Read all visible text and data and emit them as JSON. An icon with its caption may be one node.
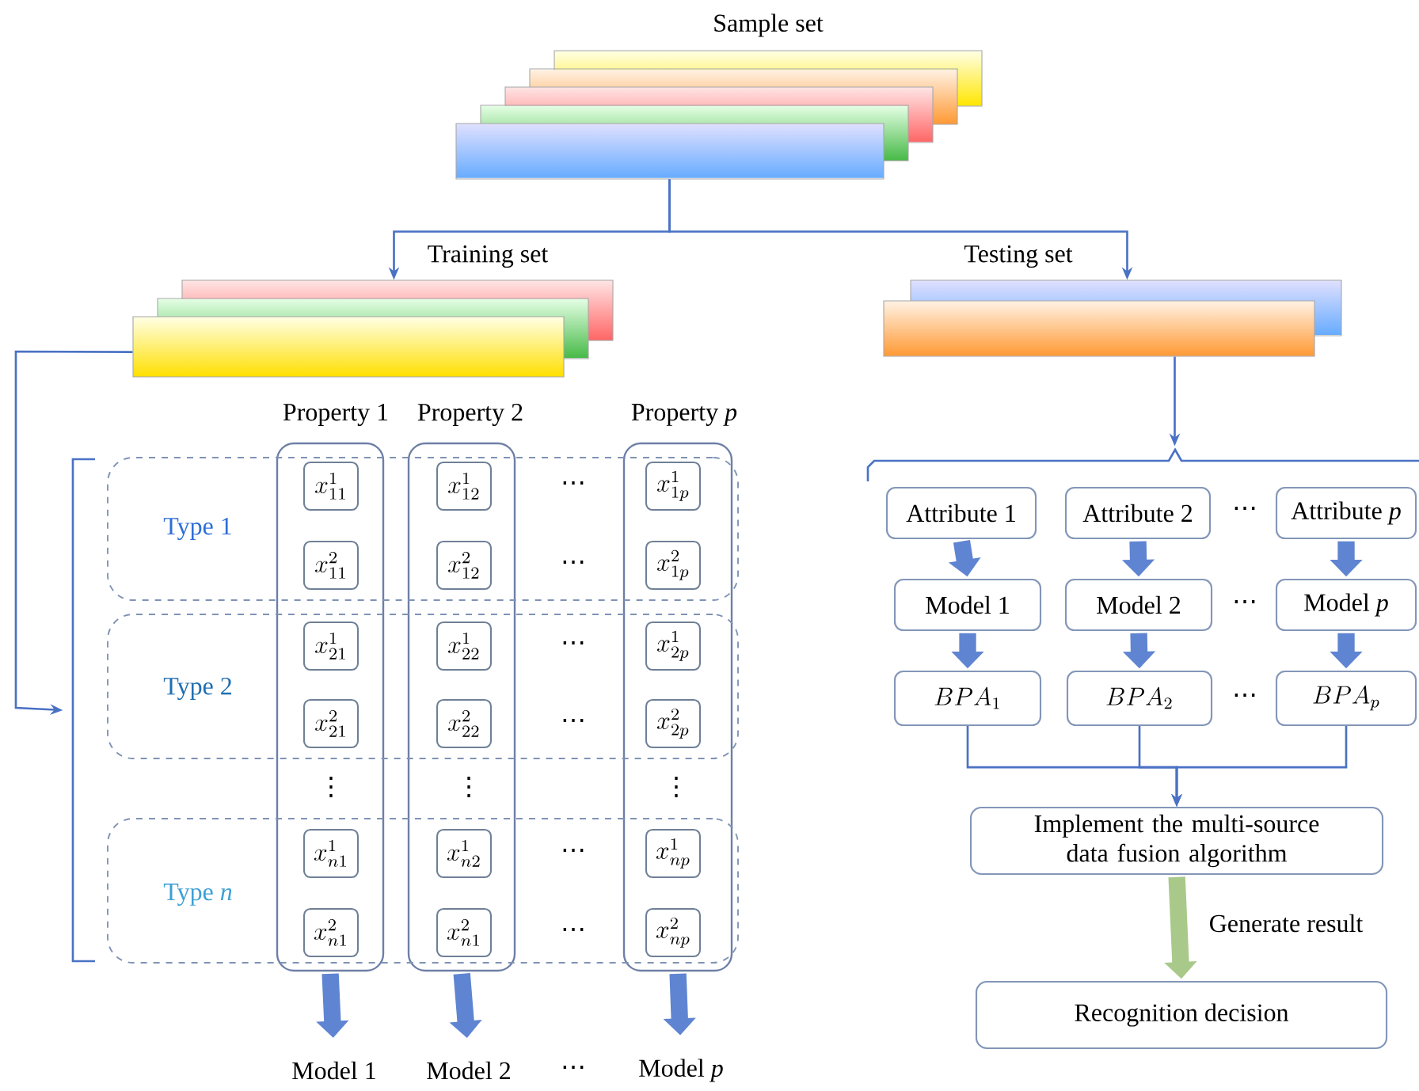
{
  "diagram": {
    "nodes": [
      {
        "text": [
          "Sample set"
        ]
      },
      {
        "text": [
          "Training set"
        ]
      },
      {
        "text": [
          "Testing set"
        ]
      },
      {
        "text": [
          "Property 1"
        ]
      },
      {
        "text": [
          "Property 2"
        ]
      },
      {
        "text": [
          "Property *p*"
        ]
      },
      {
        "text": [
          "Type 1"
        ]
      },
      {
        "text": [
          "Type 2"
        ]
      },
      {
        "text": [
          "Type *n*"
        ]
      },
      {
        "text": [
          "x_{11}^{1}"
        ]
      },
      {
        "text": [
          "x_{12}^{1}"
        ]
      },
      {
        "text": [
          "x_{1p}^{1}"
        ]
      },
      {
        "text": [
          "x_{11}^{2}"
        ]
      },
      {
        "text": [
          "x_{12}^{2}"
        ]
      },
      {
        "text": [
          "x_{1p}^{2}"
        ]
      },
      {
        "text": [
          "x_{21}^{1}"
        ]
      },
      {
        "text": [
          "x_{22}^{1}"
        ]
      },
      {
        "text": [
          "x_{2p}^{1}"
        ]
      },
      {
        "text": [
          "x_{21}^{2}"
        ]
      },
      {
        "text": [
          "x_{22}^{2}"
        ]
      },
      {
        "text": [
          "x_{2p}^{2}"
        ]
      },
      {
        "text": [
          "x_{n1}^{1}"
        ]
      },
      {
        "text": [
          "x_{n2}^{1}"
        ]
      },
      {
        "text": [
          "x_{np}^{1}"
        ]
      },
      {
        "text": [
          "x_{n1}^{2}"
        ]
      },
      {
        "text": [
          "x_{n1}^{2}"
        ]
      },
      {
        "text": [
          "x_{np}^{2}"
        ]
      },
      {
        "text": [
          "Model 1"
        ]
      },
      {
        "text": [
          "Model 2"
        ]
      },
      {
        "text": [
          "Model *p*"
        ]
      },
      {
        "text": [
          "Attribute 1"
        ]
      },
      {
        "text": [
          "Attribute 2"
        ]
      },
      {
        "text": [
          "Attribute *p*"
        ]
      },
      {
        "text": [
          "Model 1"
        ]
      },
      {
        "text": [
          "Model 2"
        ]
      },
      {
        "text": [
          "Model *p*"
        ]
      },
      {
        "text": [
          "BPA_{1}"
        ]
      },
      {
        "text": [
          "BPA_{2}"
        ]
      },
      {
        "text": [
          "BPA_{p}"
        ]
      },
      {
        "text": [
          "Implement the multi-source data fusion algorithm"
        ]
      },
      {
        "text": [
          "Recognition decision"
        ]
      },
      {
        "text": [],
        "shape": "bracket"
      },
      {
        "text": [],
        "shape": "brace"
      }
    ],
    "edges": [
      {
        "from": 0,
        "to": 1,
        "arrow": "to",
        "color": "#4a72c4"
      },
      {
        "from": 0,
        "to": 2,
        "arrow": "to",
        "color": "#4a72c4"
      },
      {
        "from": 1,
        "to": 41,
        "arrow": "to",
        "color": "#4a72c4"
      },
      {
        "from": 2,
        "to": 42,
        "arrow": "to",
        "color": "#4a72c4"
      },
      {
        "from": 3,
        "to": 27,
        "arrow": "to"
      },
      {
        "from": 4,
        "to": 28,
        "arrow": "to"
      },
      {
        "from": 5,
        "to": 29,
        "arrow": "to"
      },
      {
        "from": 30,
        "to": 33,
        "arrow": "to"
      },
      {
        "from": 31,
        "to": 34,
        "arrow": "to"
      },
      {
        "from": 32,
        "to": 35,
        "arrow": "to"
      },
      {
        "from": 33,
        "to": 36,
        "arrow": "to"
      },
      {
        "from": 34,
        "to": 37,
        "arrow": "to"
      },
      {
        "from": 35,
        "to": 38,
        "arrow": "to"
      },
      {
        "from": 36,
        "to": 39,
        "arrow": "to",
        "color": "#4a72c4"
      },
      {
        "from": 37,
        "to": 39,
        "arrow": "to",
        "color": "#4a72c4"
      },
      {
        "from": 38,
        "to": 39,
        "arrow": "to",
        "color": "#4a72c4"
      },
      {
        "from": 39,
        "to": 40,
        "arrow": "to",
        "label": "Generate result",
        "color": "#a9c98a"
      }
    ],
    "labels": [
      "⋯",
      "⋯",
      "⋯",
      "⋯",
      "⋮",
      "⋮",
      "⋮",
      "⋯",
      "⋯",
      "⋯",
      "⋯",
      "⋯",
      "⋯"
    ]
  }
}
